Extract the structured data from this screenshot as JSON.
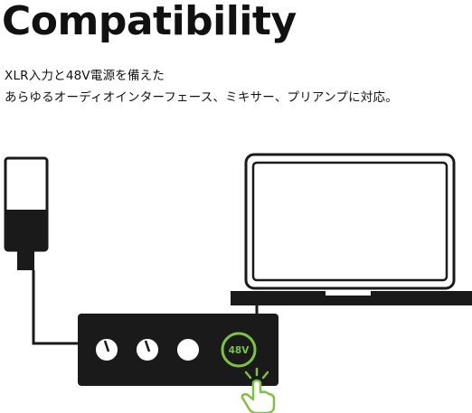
{
  "header": {
    "title": "Compatibility"
  },
  "description": {
    "line1": "XLR入力と48V電源を備えた",
    "line2": "あらゆるオーディオインターフェース、ミキサー、プリアンプに対応。"
  },
  "illustration": {
    "phantom_power_label": "48V",
    "accent_color": "#7dc242",
    "line_color": "#1a1a1a"
  }
}
